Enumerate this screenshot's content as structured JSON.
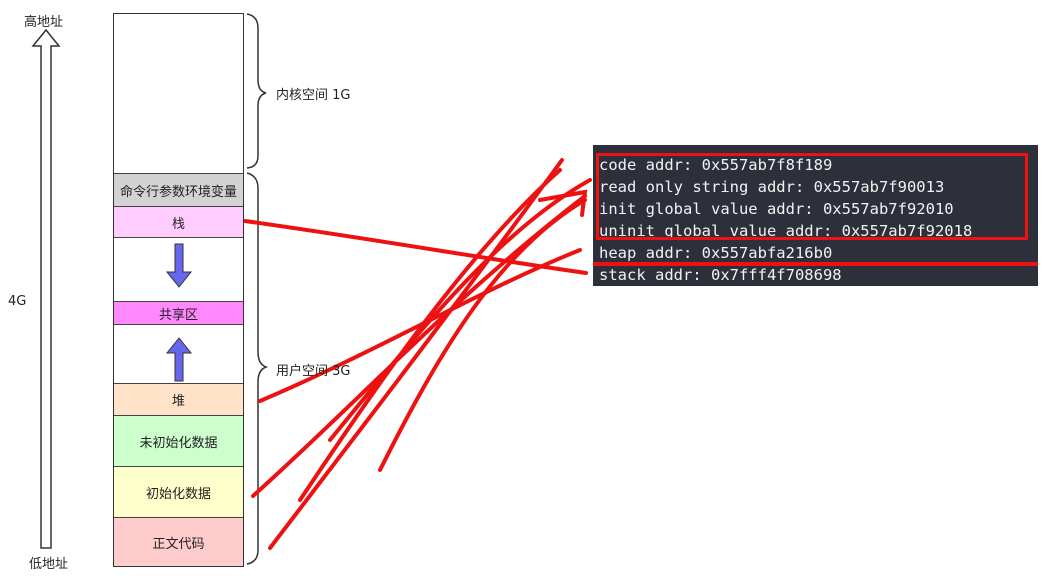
{
  "left_labels": {
    "high_addr": "高地址",
    "low_addr": "低地址",
    "size": "4G"
  },
  "memory_layout": {
    "kernel": "",
    "env": "命令行参数环境变量",
    "stack": "栈",
    "gap1": "",
    "shared": "共享区",
    "gap2": "",
    "heap": "堆",
    "bss": "未初始化数据",
    "data": "初始化数据",
    "text": "正文代码"
  },
  "brace_labels": {
    "kernel_space": "内核空间 1G",
    "user_space": "用户空间 3G"
  },
  "terminal": {
    "lines": [
      "code addr: 0x557ab7f8f189",
      "read only string addr: 0x557ab7f90013",
      "init global value addr: 0x557ab7f92010",
      "uninit global value addr: 0x557ab7f92018",
      "heap addr: 0x557abfa216b0",
      "stack addr: 0x7fff4f708698"
    ]
  },
  "colors": {
    "env": "#d3d3d3",
    "stack": "#ffccff",
    "shared": "#ff88ff",
    "heap": "#ffe2c8",
    "bss": "#ccffcc",
    "data": "#ffffcc",
    "text": "#ffcccc",
    "arrow_fill": "#6666ee",
    "annotation": "#ee1111"
  }
}
